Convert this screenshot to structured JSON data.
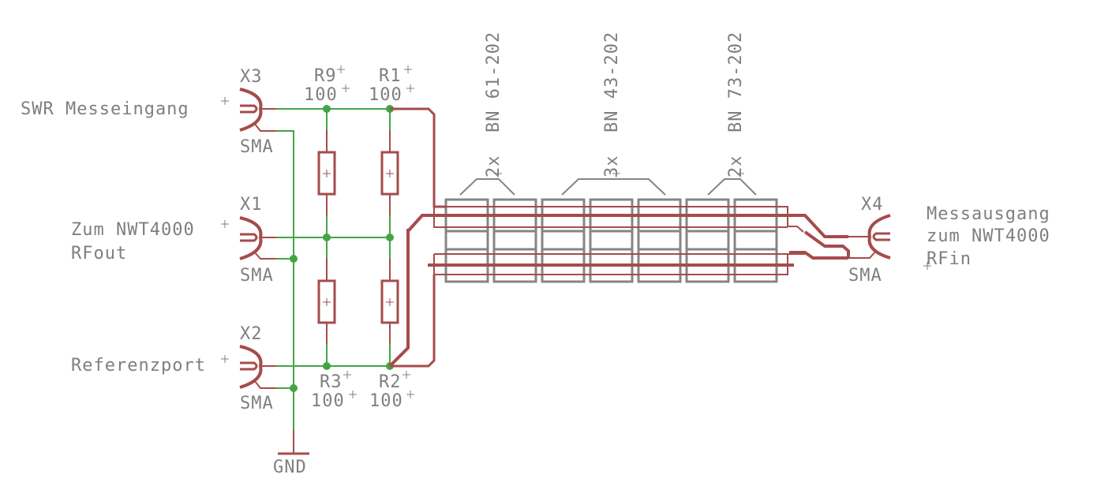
{
  "schematic": {
    "colors": {
      "net": "#44a444",
      "component": "#a64b4b",
      "ferrite": "#858585",
      "text": "#7f7f7f",
      "background": "#ffffff"
    },
    "connectors": [
      {
        "ref": "X3",
        "type": "SMA",
        "label": "SWR Messeingang"
      },
      {
        "ref": "X1",
        "type": "SMA",
        "label": "Zum NWT4000",
        "label2": "RFout"
      },
      {
        "ref": "X2",
        "type": "SMA",
        "label": "Referenzport"
      },
      {
        "ref": "X4",
        "type": "SMA",
        "label": "Messausgang",
        "label2": "zum NWT4000",
        "label3": "RFin"
      }
    ],
    "resistors": [
      {
        "ref": "R9",
        "value": "100"
      },
      {
        "ref": "R1",
        "value": "100"
      },
      {
        "ref": "R3",
        "value": "100"
      },
      {
        "ref": "R2",
        "value": "100"
      }
    ],
    "ferrite_groups": [
      {
        "count": "2x",
        "part": "BN 61-202"
      },
      {
        "count": "3x",
        "part": "BN 43-202"
      },
      {
        "count": "2x",
        "part": "BN 73-202"
      }
    ],
    "ground": {
      "label": "GND"
    }
  }
}
